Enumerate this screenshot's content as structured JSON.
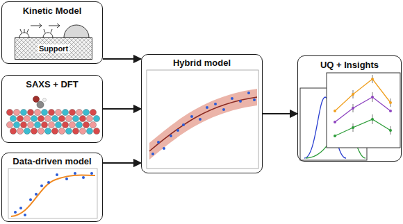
{
  "diagram": {
    "nodes": [
      {
        "text": [
          "Kinetic Model"
        ]
      },
      {
        "text": [
          "Support"
        ],
        "in": 0
      },
      {
        "text": [
          "SAXS + DFT"
        ]
      },
      {
        "text": [
          "Data-driven model"
        ]
      },
      {
        "text": [
          "Hybrid model"
        ]
      },
      {
        "text": [
          "UQ + Insights"
        ]
      }
    ],
    "edges": [
      {
        "from": 0,
        "to": 4,
        "arrow": "to"
      },
      {
        "from": 2,
        "to": 4,
        "arrow": "to"
      },
      {
        "from": 3,
        "to": 4,
        "arrow": "to"
      },
      {
        "from": 4,
        "to": 5,
        "arrow": "to"
      }
    ]
  }
}
